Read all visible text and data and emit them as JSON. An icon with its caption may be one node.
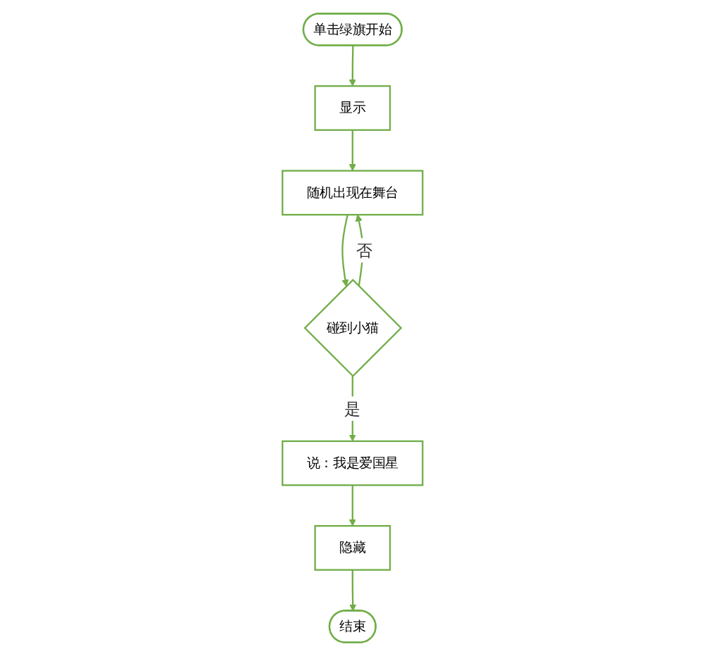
{
  "diagram": {
    "nodes": [
      {
        "text": [
          "单击绿旗开始"
        ]
      },
      {
        "text": [
          "显示"
        ]
      },
      {
        "text": [
          "随机出现在舞台"
        ]
      },
      {
        "text": [
          "碰到小猫"
        ]
      },
      {
        "text": [
          "说：我是爱国星"
        ]
      },
      {
        "text": [
          "隐藏"
        ]
      },
      {
        "text": [
          "结束"
        ]
      }
    ],
    "edges": [
      {
        "from": 0,
        "to": 1,
        "arrow": "to"
      },
      {
        "from": 1,
        "to": 2,
        "arrow": "to"
      },
      {
        "from": 2,
        "to": 3,
        "arrow": "to"
      },
      {
        "from": 3,
        "to": 4,
        "arrow": "to",
        "label": "是"
      },
      {
        "from": 3,
        "to": 2,
        "arrow": "to",
        "label": "否"
      },
      {
        "from": 4,
        "to": 5,
        "arrow": "to"
      },
      {
        "from": 5,
        "to": 6,
        "arrow": "to"
      }
    ]
  }
}
